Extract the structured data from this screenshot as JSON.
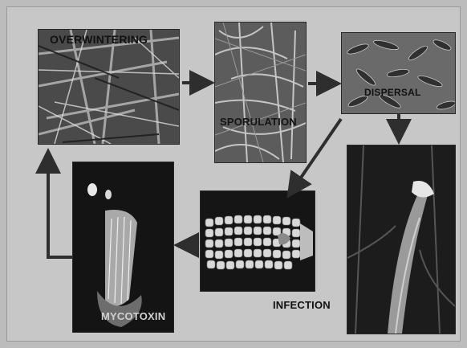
{
  "stages": {
    "overwintering": {
      "label": "OVERWINTERING"
    },
    "sporulation": {
      "label": "SPORULATION"
    },
    "dispersal": {
      "label": "DISPERSAL"
    },
    "infection": {
      "label": "INFECTION"
    },
    "mycotoxin": {
      "label": "MYCOTOXIN"
    }
  },
  "colors": {
    "background": "#c7c7c7",
    "arrow": "#2e2e2e",
    "photo_dark": "#1b1b1b"
  }
}
